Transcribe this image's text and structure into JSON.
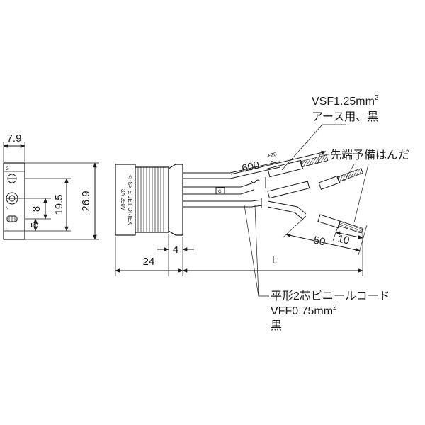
{
  "dimensions": {
    "width_left": "7.9",
    "height_total": "26.9",
    "pitch_outer": "19.5",
    "pitch_inner": "8",
    "offset_bottom": "5",
    "body_length": "24",
    "flange": "4",
    "cable_length": "600",
    "cable_tol_upper": "+20",
    "cable_tol_lower": "0",
    "strip_length": "50",
    "strip_tip": "10",
    "total_length": "L"
  },
  "labels": {
    "ground_wire_spec": "VSF1.25mm",
    "ground_wire_sup": "2",
    "ground_wire_name": "アース用、黒",
    "tip_note": "先端予備はんだ",
    "cord_name": "平形2芯ビニールコード",
    "cord_spec": "VFF0.75mm",
    "cord_sup": "2",
    "cord_color": "黒"
  },
  "marks": {
    "terminal_g": "G",
    "terminal_n": "N",
    "terminal_l": "L",
    "cable_g": "G",
    "face_line1": "<PS> E JET ORIEX",
    "face_line2": "3A 250V"
  }
}
